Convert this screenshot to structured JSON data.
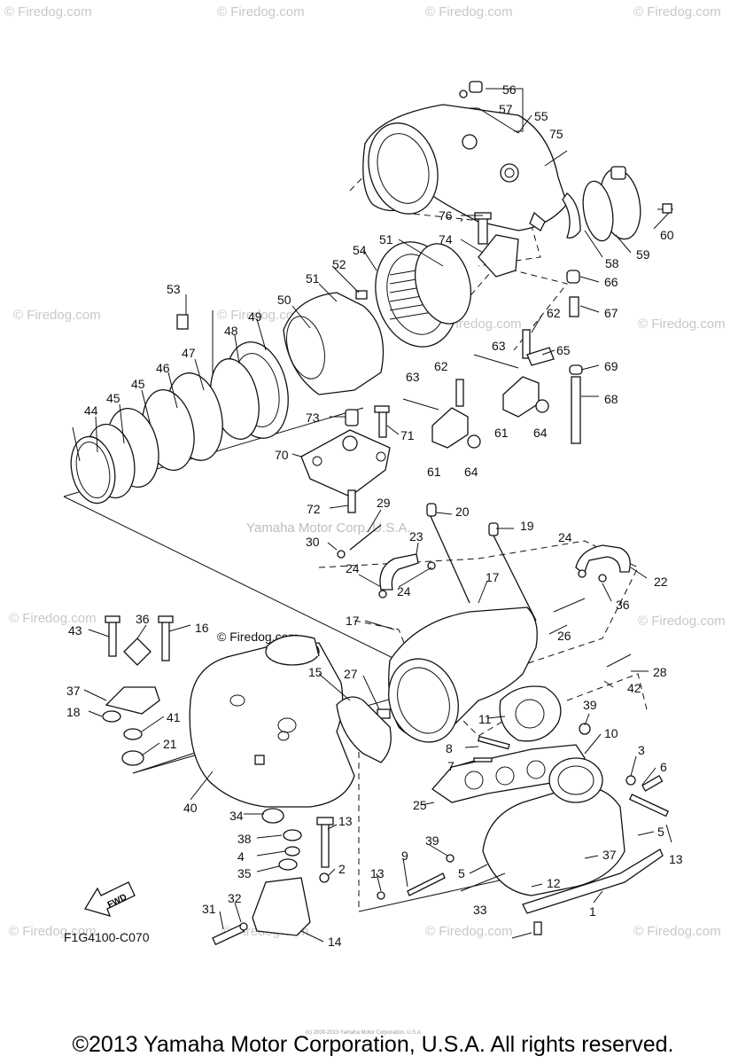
{
  "watermarks": {
    "site": "© Firedog.com",
    "center": "Yamaha Motor Corp. U.S.A.",
    "mid_tag": "© Firedog.com"
  },
  "diagram": {
    "fig_code": "F1G4100-C070",
    "fwd_label": "FWD",
    "tiny_credit": "(c) 2000-2013 Yamaha Motor Corporation, U.S.A.",
    "callouts": [
      "56",
      "57",
      "55",
      "75",
      "76",
      "74",
      "60",
      "58",
      "59",
      "51",
      "54",
      "52",
      "51",
      "50",
      "66",
      "67",
      "53",
      "49",
      "48",
      "62",
      "65",
      "63",
      "69",
      "68",
      "47",
      "46",
      "45",
      "44",
      "45",
      "73",
      "71",
      "63",
      "62",
      "61",
      "64",
      "61",
      "64",
      "70",
      "72",
      "29",
      "20",
      "19",
      "30",
      "23",
      "24",
      "17",
      "22",
      "24",
      "24",
      "36",
      "43",
      "36",
      "16",
      "17",
      "26",
      "15",
      "27",
      "28",
      "42",
      "37",
      "41",
      "18",
      "11",
      "39",
      "21",
      "10",
      "8",
      "3",
      "7",
      "6",
      "25",
      "40",
      "34",
      "13",
      "5",
      "39",
      "38",
      "4",
      "9",
      "13",
      "37",
      "35",
      "2",
      "5",
      "13",
      "12",
      "1",
      "33",
      "32",
      "31",
      "14"
    ]
  },
  "footer": {
    "copyright": "©2013 Yamaha Motor Corporation, U.S.A. All rights reserved."
  }
}
